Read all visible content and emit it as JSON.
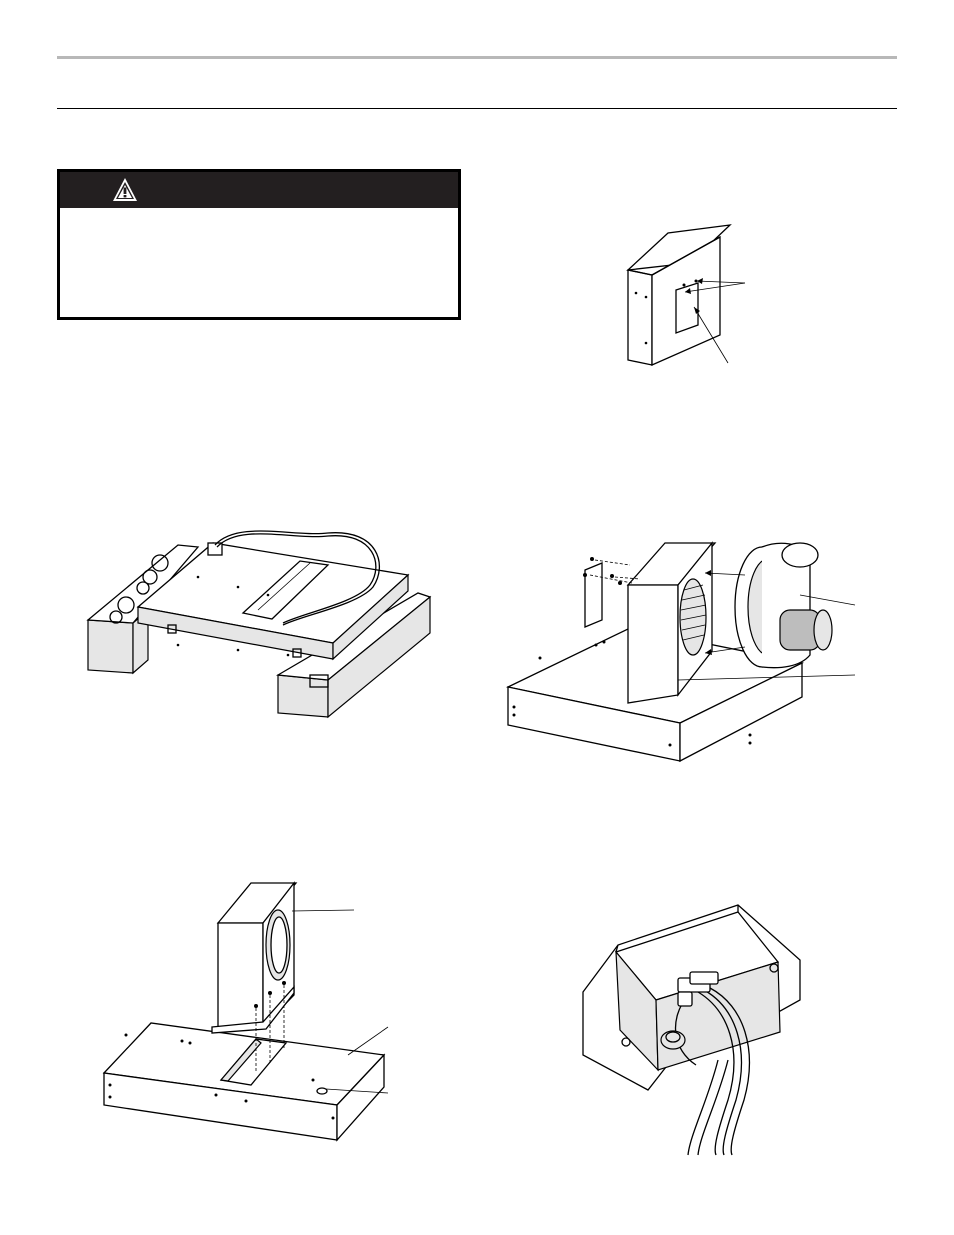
{
  "warning": {
    "header": "",
    "icon": "warning-triangle-icon",
    "body": ""
  },
  "figures": [
    {
      "name": "blower-cover-plate",
      "callouts": []
    },
    {
      "name": "cooktop-on-packing-blocks",
      "callouts": []
    },
    {
      "name": "blower-motor-assembly",
      "callouts": []
    },
    {
      "name": "transition-box-mounting",
      "callouts": []
    },
    {
      "name": "wiring-junction-box",
      "callouts": []
    }
  ],
  "colors": {
    "rule_top": "#b8b8b8",
    "warning_header": "#231f20",
    "ink": "#000000"
  }
}
